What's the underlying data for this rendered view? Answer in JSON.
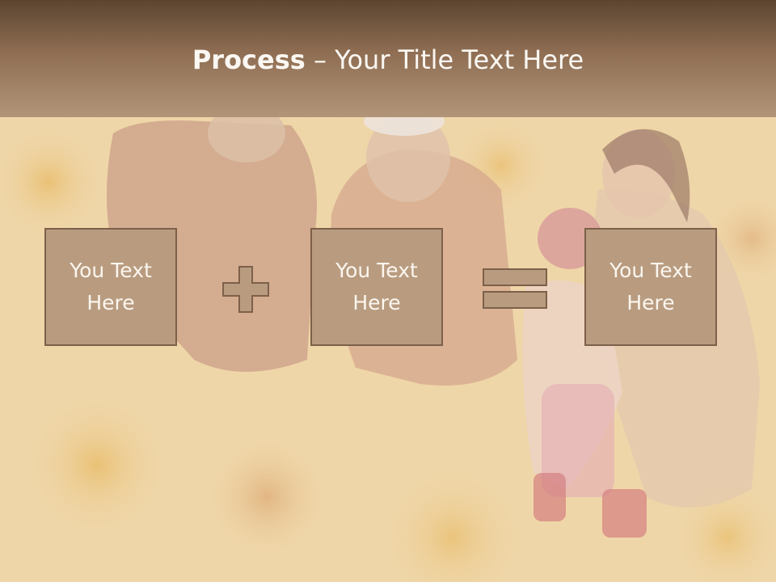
{
  "title": {
    "bold": "Process",
    "rest": " – Your Title Text Here"
  },
  "boxes": [
    {
      "text": "You Text\nHere"
    },
    {
      "text": "You Text\nHere"
    },
    {
      "text": "You Text\nHere"
    }
  ],
  "operators": [
    "plus",
    "equals"
  ],
  "colors": {
    "header_dark": "#5c4530",
    "header_light": "#b29579",
    "box_fill": "#b99c80",
    "box_border": "#7d6049",
    "text": "#fbf6ef"
  }
}
